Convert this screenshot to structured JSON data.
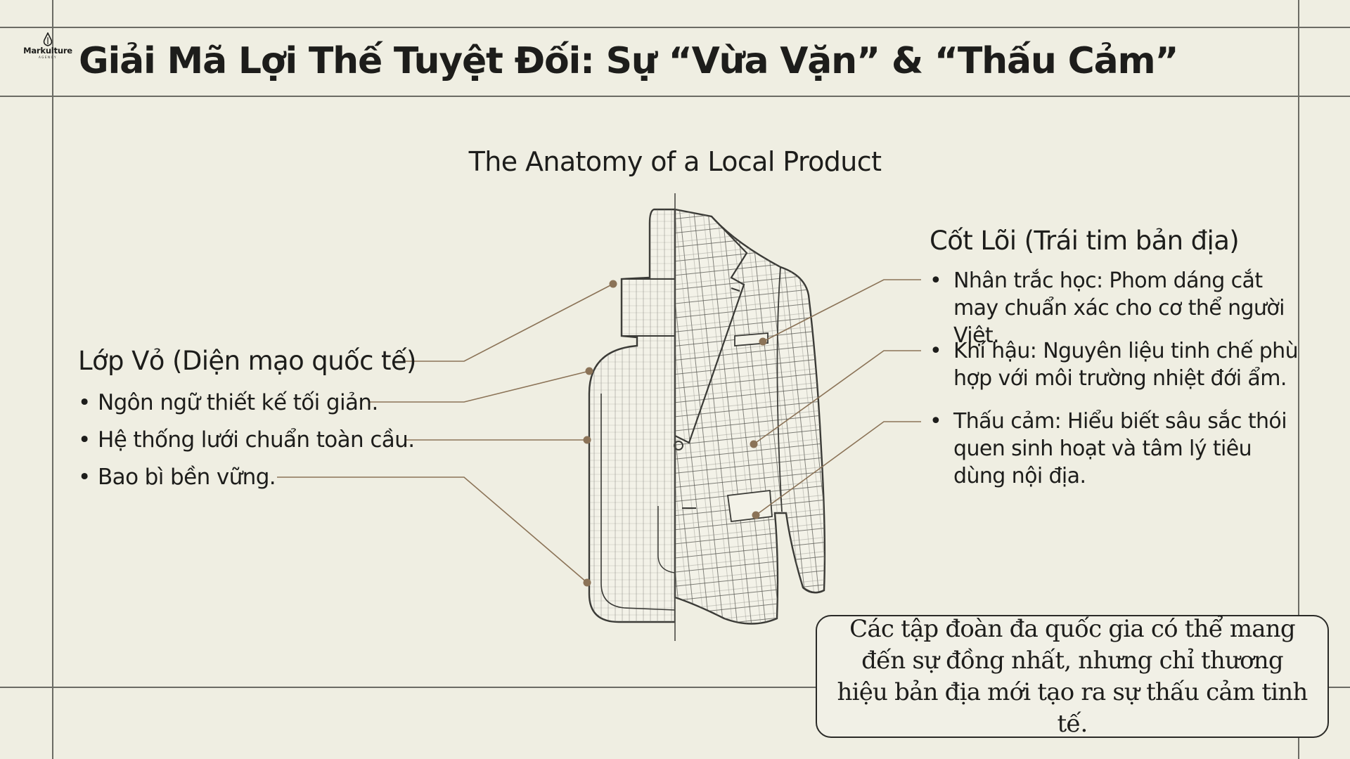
{
  "logo": {
    "name": "Markulture",
    "subtitle": "AGENCY"
  },
  "title": "Giải Mã Lợi Thế Tuyệt Đối: Sự “Vừa Vặn” & “Thấu Cảm”",
  "subtitle": "The Anatomy of a Local Product",
  "left_panel": {
    "heading": "Lớp Vỏ (Diện mạo quốc tế)",
    "bullets": [
      "Ngôn ngữ thiết kế tối giản.",
      "Hệ thống lưới chuẩn toàn cầu.",
      "Bao bì bền vững."
    ]
  },
  "right_panel": {
    "heading": "Cốt Lõi (Trái tim bản địa)",
    "bullets": [
      "Nhân trắc học: Phom dáng cắt may chuẩn xác cho cơ thể người Việt.",
      "Khí hậu: Nguyên liệu tinh chế phù hợp với môi trường nhiệt đới ẩm.",
      "Thấu cảm: Hiểu biết sâu sắc thói quen sinh hoạt và tâm lý tiêu dùng nội địa."
    ]
  },
  "quote": "Các tập đoàn đa quốc gia có thể mang đến sự đồng nhất, nhưng chỉ thương hiệu bản địa mới tạo ra sự thấu cảm tinh tế.",
  "bullet_symbol": "•",
  "colors": {
    "background": "#efeee2",
    "text": "#1d1d1b",
    "leader_line": "#8b7357",
    "sketch_line": "#3a3a36"
  }
}
